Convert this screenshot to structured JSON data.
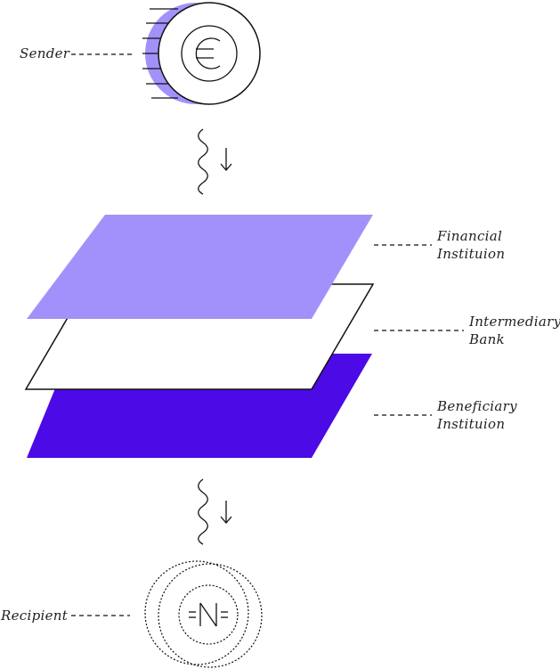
{
  "labels": {
    "sender": "Sender",
    "financial_line1": "Financial",
    "financial_line2": "Instituion",
    "intermediary_line1": "Intermediary",
    "intermediary_line2": "Bank",
    "beneficiary_line1": "Beneficiary",
    "beneficiary_line2": "Instituion",
    "recipient": "Recipient"
  },
  "colors": {
    "light_purple": "#a291fb",
    "deep_purple": "#4b0ae6",
    "stroke": "#111111",
    "background": "#ffffff"
  },
  "icons": {
    "sender_coin": "euro-coin-icon",
    "recipient_coin": "naira-coin-icon",
    "flow_arrow": "wavy-down-arrow-icon"
  }
}
